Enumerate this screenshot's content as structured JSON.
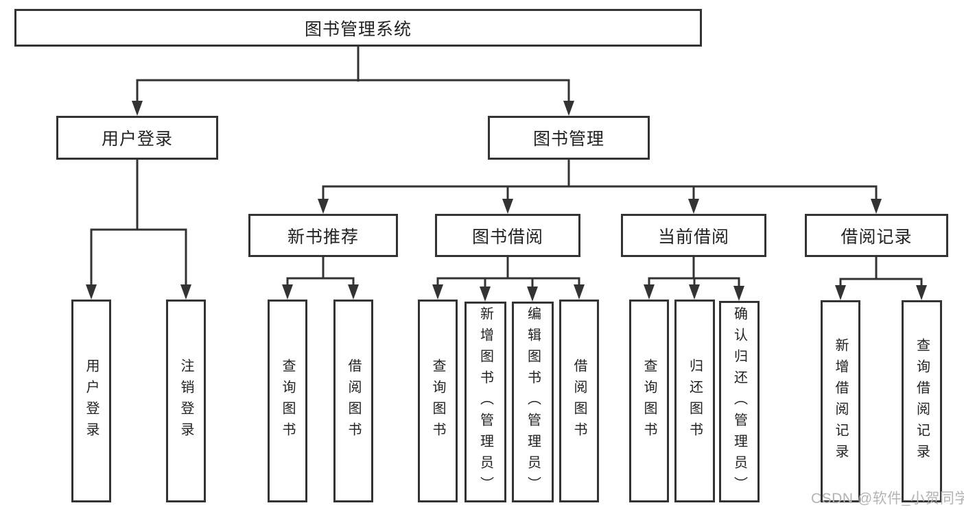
{
  "diagram": {
    "root_label": "图书管理系统",
    "level2": {
      "user_login": "用户登录",
      "book_management": "图书管理"
    },
    "user_login_children": {
      "login": "用户登录",
      "logout": "注销登录"
    },
    "book_management_children": {
      "new_book_recommend": "新书推荐",
      "book_borrow": "图书借阅",
      "current_borrow": "当前借阅",
      "borrow_record": "借阅记录"
    },
    "new_book_recommend_children": {
      "query_book": "查询图书",
      "borrow_book": "借阅图书"
    },
    "book_borrow_children": {
      "query_book": "查询图书",
      "add_book_admin": "新增图书（管理员）",
      "edit_book_admin": "编辑图书（管理员）",
      "borrow_book": "借阅图书"
    },
    "current_borrow_children": {
      "query_book": "查询图书",
      "return_book": "归还图书",
      "confirm_return_admin": "确认归还（管理员）"
    },
    "borrow_record_children": {
      "add_record": "新增借阅记录",
      "query_record": "查询借阅记录"
    }
  },
  "watermark": {
    "text": "CSDN @软件_小贺同学"
  },
  "colors": {
    "line": "#333333",
    "text": "#222222",
    "watermark": "#b3b3b3",
    "background": "#ffffff"
  }
}
